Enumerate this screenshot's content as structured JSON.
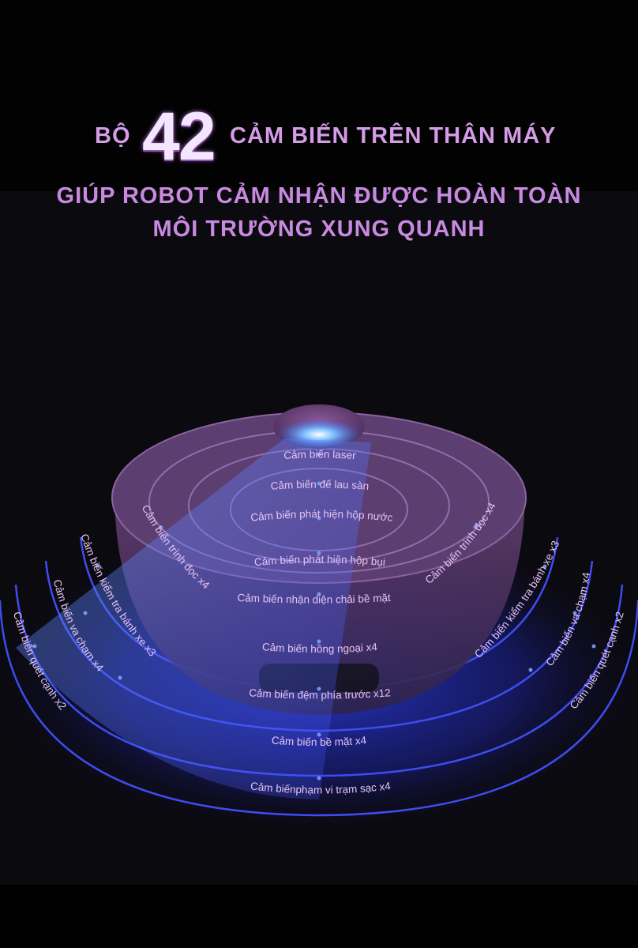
{
  "headline": {
    "prefix": "BỘ",
    "number": "42",
    "suffix": "CẢM BIẾN TRÊN THÂN MÁY"
  },
  "subtitle": {
    "line1": "GIÚP ROBOT CẢM NHẬN ĐƯỢC HOÀN TOÀN",
    "line2": "MÔI TRƯỜNG XUNG QUANH"
  },
  "sensors": {
    "laser": "Cảm biến laser",
    "mop_base": "Cảm biến đế lau sàn",
    "water_tank": "Cảm biến phát hiện hộp nước",
    "dust_box": "Cảm biến phát hiện hộp bụi",
    "brush_surface": "Cảm biến nhận diện chải bề mặt",
    "infrared": "Cảm biến hồng ngoại x4",
    "front_bumper": "Cảm biến đệm phía trước x12",
    "surface": "Cảm biến bề mặt x4",
    "dock_range": "Cảm biếnphạm vi trạm sạc x4",
    "odometer_left": "Cảm biến trình đọc x4",
    "odometer_right": "Cảm biến trình đọc x4",
    "wheel_left": "Cảm biến kiểm tra bánh xe x3",
    "wheel_right": "Cảm biến kiểm tra bánh xe x3",
    "collision_left": "Cảm biến va chạm x4",
    "collision_right": "Cảm biến va chạm x4",
    "side_brush_left": "Cảm biến quét cạnh x2",
    "side_brush_right": "Cảm biến quét cạnh x2"
  },
  "colors": {
    "accent": "#d49be6",
    "label": "#e6c4f4",
    "ring": "#4a5cff",
    "robot_body": "#5a3a6e",
    "laser_glow": "#6fb6ff"
  }
}
